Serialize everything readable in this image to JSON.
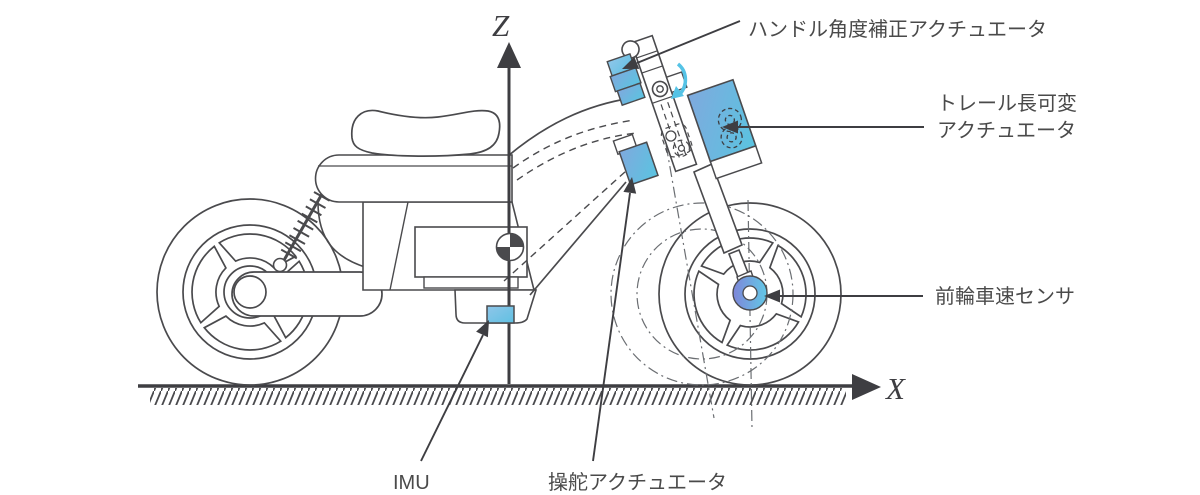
{
  "diagram": {
    "labels": {
      "handle_angle_actuator": "ハンドル角度補正アクチュエータ",
      "trail_length_line1": "トレール長可変",
      "trail_length_line2": "アクチュエータ",
      "front_wheel_speed_sensor": "前輪車速センサ",
      "imu": "IMU",
      "steering_actuator": "操舵アクチュエータ"
    },
    "axes": {
      "x": "X",
      "z": "Z"
    },
    "colors": {
      "outline": "#4a4a4d",
      "dark": "#3e3e42",
      "label_text": "#4a4a4a",
      "component_blue_light": "#8ccbe9",
      "component_blue_deep": "#5fa8d8",
      "hub_violet": "#7e86d9",
      "cyan_accent": "#55c3e6"
    }
  }
}
